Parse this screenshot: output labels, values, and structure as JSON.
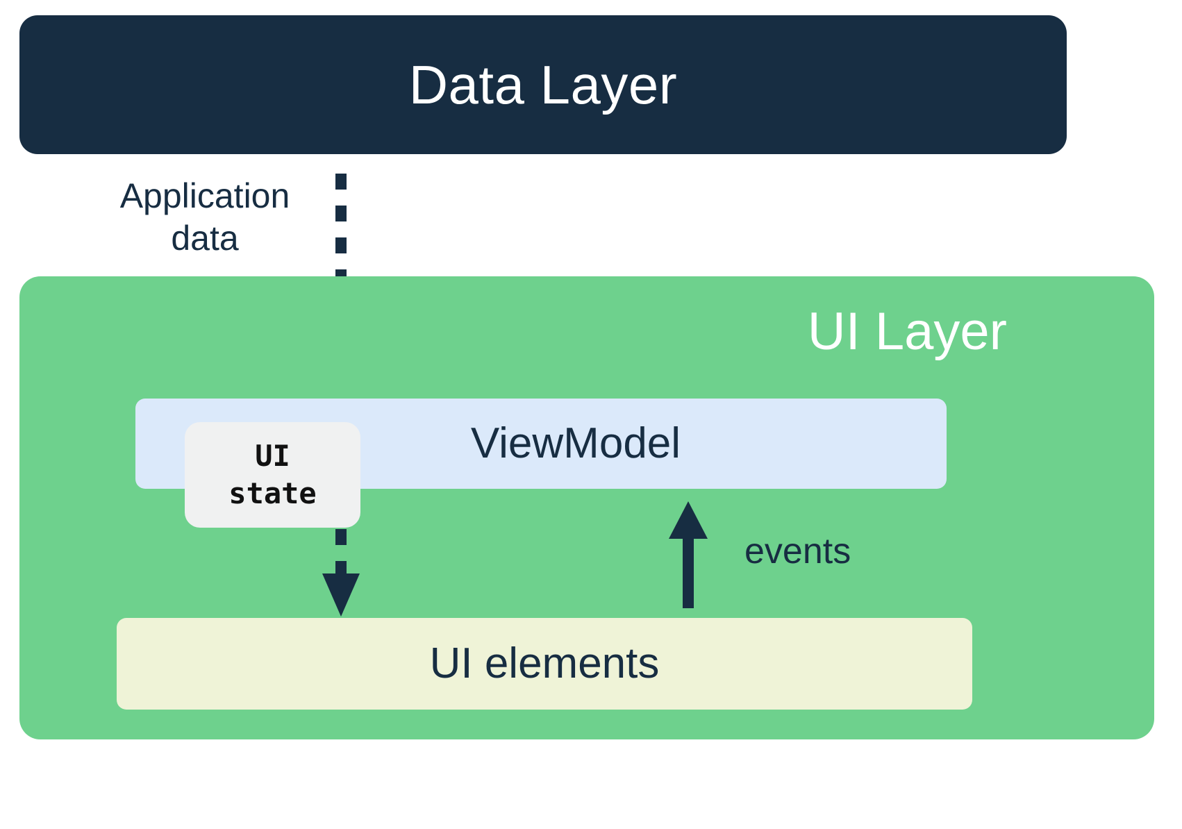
{
  "diagram": {
    "title": "Android app architecture: UI Layer and Data Layer",
    "colors": {
      "data_layer_bg": "#172d42",
      "ui_layer_bg": "#6ed18d",
      "viewmodel_bg": "#dbe9fa",
      "ui_state_bg": "#f0f1f1",
      "ui_elements_bg": "#eff3d7",
      "arrow": "#172d42",
      "text_dark": "#172d42",
      "text_light": "#ffffff",
      "page_bg": "#ffffff"
    }
  },
  "data_layer": {
    "label": "Data Layer"
  },
  "connectors": {
    "application_data": {
      "label_line1": "Application",
      "label_line2": "data",
      "style": "dotted",
      "direction": "down",
      "from": "Data Layer",
      "to": "ViewModel"
    },
    "ui_state_flow": {
      "style": "dotted",
      "direction": "down",
      "from": "UI state",
      "to": "UI elements"
    },
    "events": {
      "label": "events",
      "style": "solid",
      "direction": "up",
      "from": "UI elements",
      "to": "ViewModel"
    }
  },
  "ui_layer": {
    "label": "UI Layer",
    "viewmodel": {
      "label": "ViewModel"
    },
    "ui_state": {
      "line1": "UI",
      "line2": "state"
    },
    "ui_elements": {
      "label": "UI elements"
    }
  }
}
